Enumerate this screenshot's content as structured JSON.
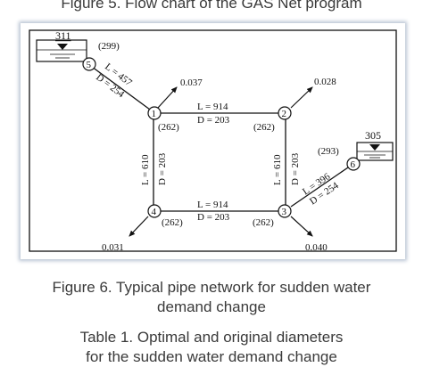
{
  "top_caption": "Figure 5. Flow chart of the GAS Net program",
  "reservoirs": [
    {
      "id": "311",
      "node": "5"
    },
    {
      "id": "305",
      "node": "6"
    }
  ],
  "nodes": [
    {
      "id": "1",
      "head": "(262)",
      "demand": "0.037"
    },
    {
      "id": "2",
      "head": "(262)",
      "demand": "0.028"
    },
    {
      "id": "3",
      "head": "(262)",
      "demand": "0.040"
    },
    {
      "id": "4",
      "head": "(262)",
      "demand": "0.031"
    },
    {
      "id": "5",
      "head": "(299)"
    },
    {
      "id": "6",
      "head": "(293)"
    }
  ],
  "pipes": [
    {
      "from": "5",
      "to": "1",
      "L": "L = 457",
      "D": "D = 254"
    },
    {
      "from": "1",
      "to": "2",
      "L": "L = 914",
      "D": "D = 203"
    },
    {
      "from": "4",
      "to": "3",
      "L": "L = 914",
      "D": "D = 203"
    },
    {
      "from": "1",
      "to": "4",
      "L": "L = 610",
      "D": "D = 203"
    },
    {
      "from": "2",
      "to": "3",
      "L": "L = 610",
      "D": "D = 203"
    },
    {
      "from": "3",
      "to": "6",
      "L": "L = 396",
      "D": "D = 254"
    }
  ],
  "figure_caption_line1": "Figure 6. Typical pipe network for sudden water",
  "figure_caption_line2": "demand change",
  "table_caption_line1": "Table 1. Optimal and original diameters",
  "table_caption_line2": "for the sudden water demand change"
}
